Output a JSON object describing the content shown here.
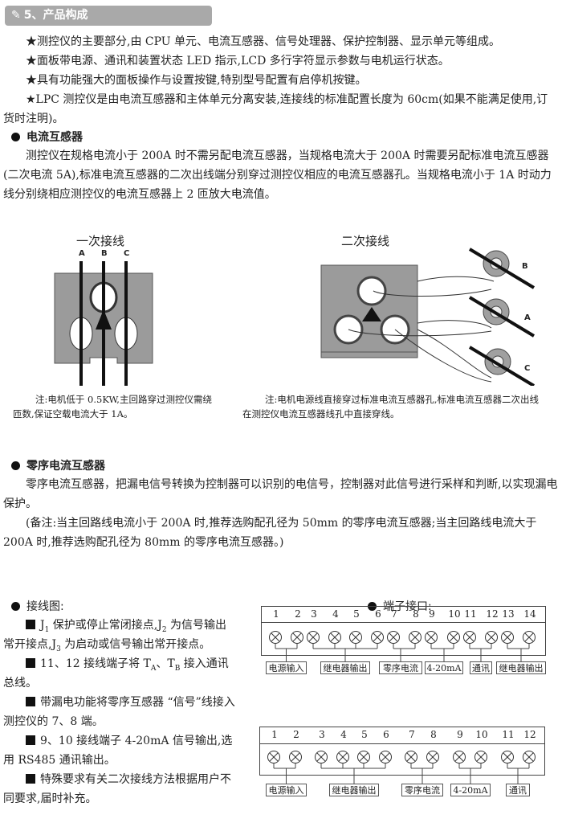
{
  "section_header": {
    "icon": "hand-pointer-icon",
    "title": "5、产品构成"
  },
  "composition": [
    "★测控仪的主要部分,由 CPU 单元、电流互感器、信号处理器、保护控制器、显示单元等组成。",
    "★面板带电源、通讯和装置状态 LED 指示,LCD 多行字符显示参数与电机运行状态。",
    "★具有功能强大的面板操作与设置按键,特别型号配置有启停机按键。",
    "★LPC 测控仪是由电流互感器和主体单元分离安装,连接线的标准配置长度为 60cm(如果不能满足使用,订货时注明)。"
  ],
  "ct_section": {
    "heading": "电流互感器",
    "body": "测控仪在规格电流小于 200A 时不需另配电流互感器，当规格电流大于 200A 时需要另配标准电流互感器(二次电流 5A),标准电流互感器的二次出线端分别穿过测控仪相应的电流互感器孔。当规格电流小于 1A 时动力线分别绕相应测控仪的电流互感器上 2 匝放大电流值。"
  },
  "diagram_primary": {
    "title": "一次接线",
    "phases": [
      "A",
      "B",
      "C"
    ],
    "note": "注:电机低于 0.5KW,主回路穿过测控仪需绕匝数,保证空载电流大于 1A。"
  },
  "diagram_secondary": {
    "title": "二次接线",
    "phases": [
      "B",
      "A",
      "C"
    ],
    "note": "注:电机电源线直接穿过标准电流互感器孔,标准电流互感器二次出线在测控仪电流互感器线孔中直接穿线。"
  },
  "zero_seq": {
    "heading": "零序电流互感器",
    "body": "零序电流互感器，把漏电信号转换为控制器可以识别的电信号，控制器对此信号进行采样和判断,以实现漏电保护。",
    "remark": "(备注:当主回路线电流小于 200A 时,推荐选购配孔径为 50mm 的零序电流互感器;当主回路线电流大于 200A 时,推荐选购配孔径为 80mm 的零序电流互感器。)"
  },
  "wiring": {
    "heading": "接线图:",
    "items": [
      [
        "J",
        "1",
        " 保护或停止常闭接点,J",
        "2",
        " 为信号输出常开接点,J",
        "3",
        " 为启动或信号输出常开接点。"
      ],
      [
        "11、12 接线端子将 T",
        "A",
        "、T",
        "B",
        " 接入通讯总线。"
      ],
      [
        "带漏电功能将零序互感器 “信号”线接入测控仪的 7、8 端。"
      ],
      [
        "9、10 接线端子 4-20mA 信号输出,选用 RS485 通讯输出。"
      ],
      [
        "特殊要求有关二次接线方法根据用户不同要求,届时补充。"
      ]
    ]
  },
  "terminals": {
    "heading": "端子接口:",
    "block14": {
      "numbers": [
        "1",
        "2",
        "3",
        "4",
        "5",
        "6",
        "7",
        "8",
        "9",
        "10",
        "11",
        "12",
        "13",
        "14"
      ],
      "groups": [
        "电源输入",
        "继电器输出",
        "零序电流",
        "4-20mA",
        "通讯",
        "继电器输出"
      ]
    },
    "block12": {
      "numbers": [
        "1",
        "2",
        "3",
        "4",
        "5",
        "6",
        "7",
        "8",
        "9",
        "10",
        "11",
        "12"
      ],
      "groups": [
        "电源输入",
        "继电器输出",
        "零序电流",
        "4-20mA",
        "通讯"
      ]
    }
  }
}
